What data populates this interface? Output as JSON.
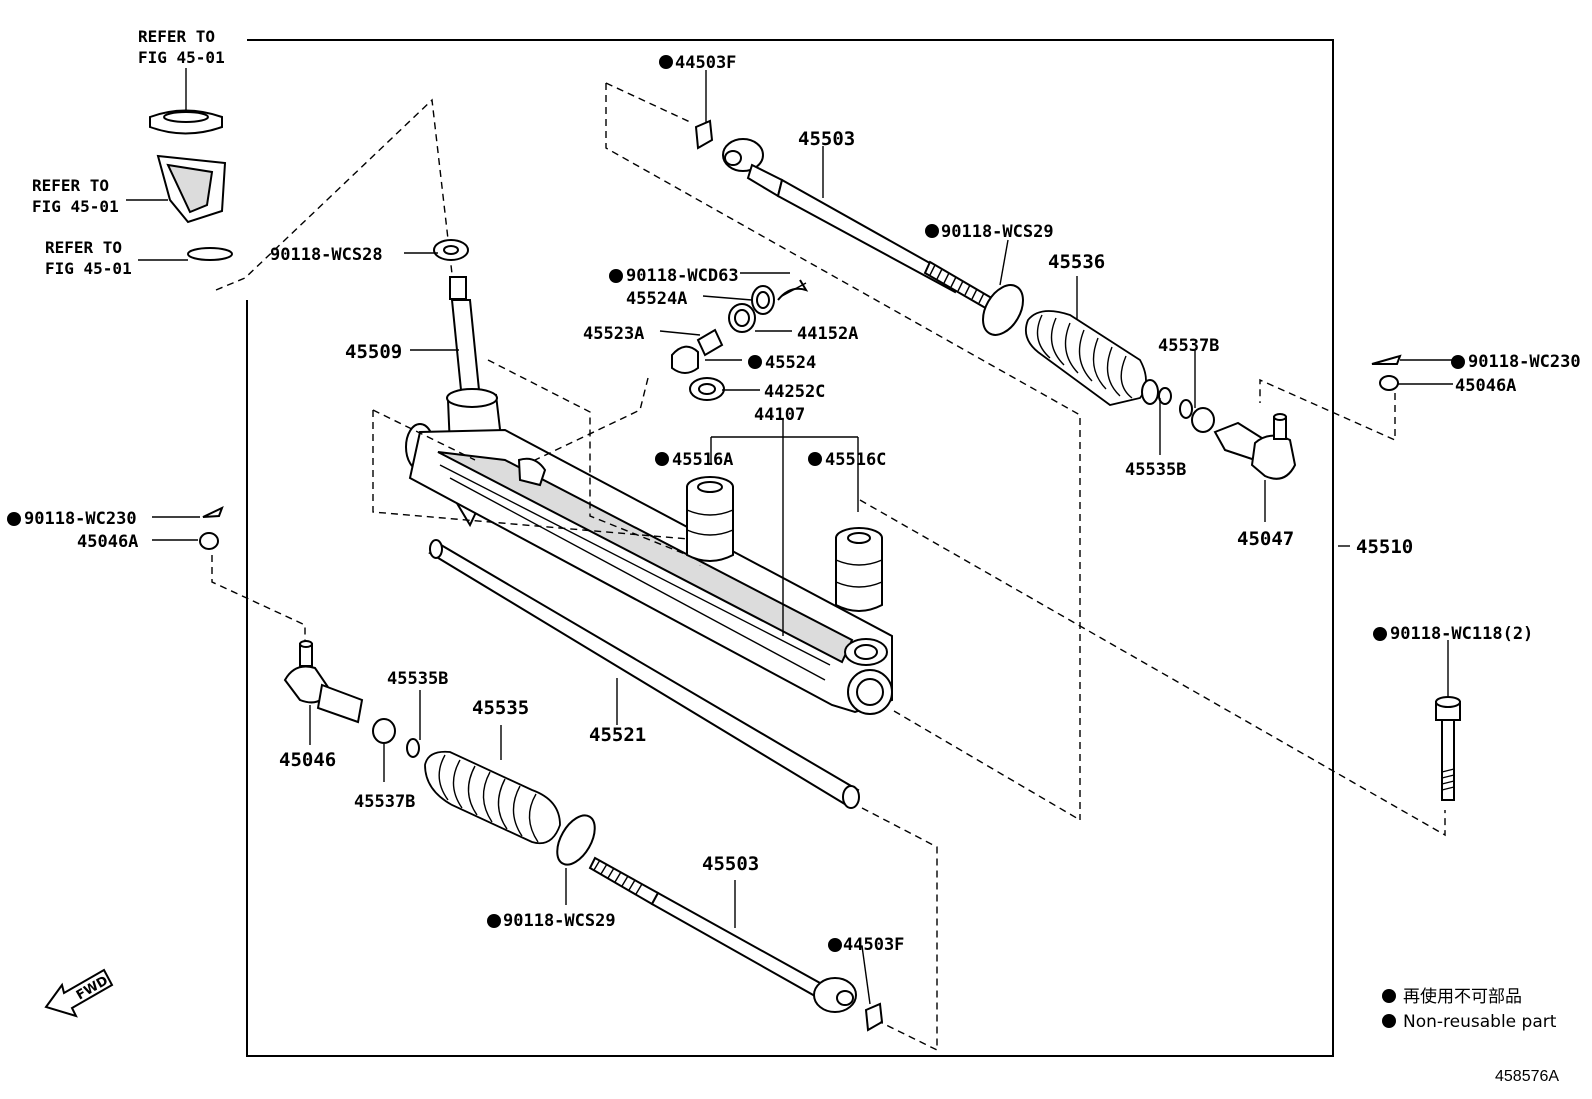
{
  "diagram": {
    "refer_notes": [
      {
        "id": "ref-top",
        "line1": "REFER TO",
        "line2": "FIG 45-01"
      },
      {
        "id": "ref-mid",
        "line1": "REFER TO",
        "line2": "FIG 45-01"
      },
      {
        "id": "ref-low",
        "line1": "REFER TO",
        "line2": "FIG 45-01"
      }
    ],
    "labels": {
      "p44503F_top": "44503F",
      "p45503_top": "45503",
      "p90118_WCS29_top": "90118-WCS29",
      "p45536": "45536",
      "p90118_WCD63": "90118-WCD63",
      "p45524A": "45524A",
      "p45523A": "45523A",
      "p44152A": "44152A",
      "p45524": "45524",
      "p44252C": "44252C",
      "p44107": "44107",
      "p45516A": "45516A",
      "p45516C": "45516C",
      "p90118_WCS28": "90118-WCS28",
      "p45509": "45509",
      "p45537B_right": "45537B",
      "p45535B_right": "45535B",
      "p45047": "45047",
      "p45510": "45510",
      "p90118_WC230_right": "90118-WC230",
      "p45046A_right": "45046A",
      "p90118_WC118": "90118-WC118(2)",
      "p90118_WC230_left": "90118-WC230",
      "p45046A_left": "45046A",
      "p45046": "45046",
      "p45535B_left": "45535B",
      "p45537B_left": "45537B",
      "p45535": "45535",
      "p45521": "45521",
      "p45503_bottom": "45503",
      "p90118_WCS29_bottom": "90118-WCS29",
      "p44503F_bottom": "44503F"
    },
    "fwd_arrow_text": "FWD",
    "legend": {
      "japanese": "再使用不可部品",
      "english": "Non-reusable part"
    },
    "figure_code": "458576A",
    "colors": {
      "ink": "#000000",
      "background": "#ffffff"
    }
  }
}
